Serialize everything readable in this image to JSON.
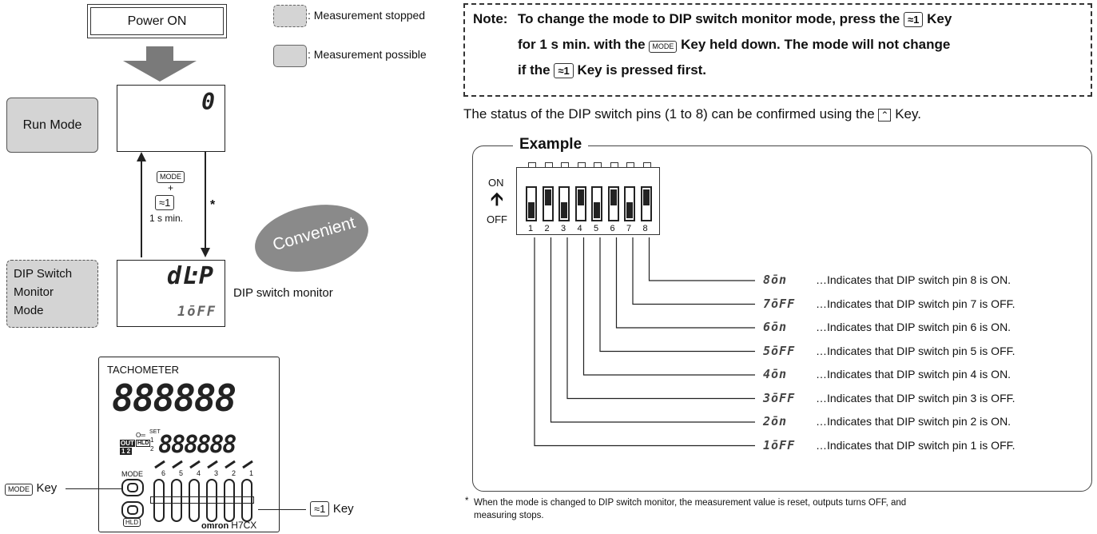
{
  "flow": {
    "power_on": "Power ON",
    "run_mode": "Run Mode",
    "run_display_value": "0",
    "dip_mode": [
      "DIP Switch",
      "Monitor",
      "Mode"
    ],
    "dip_display_top": "dĿP",
    "dip_display_bottom": "1ōFF",
    "mode_key": "MODE",
    "plus": "+",
    "up_key": "≈1",
    "hold_time": "1 s min.",
    "asterisk": "*",
    "dip_monitor_caption": "DIP switch monitor",
    "convenient": "Convenient"
  },
  "legend": {
    "stopped": ": Measurement stopped",
    "possible": ": Measurement possible"
  },
  "note": {
    "label": "Note:",
    "line1_a": "To change the mode to DIP switch monitor mode, press the",
    "line1_b": "Key",
    "line2_a": "for 1 s min. with the",
    "line2_b": "Key held down. The mode will not change",
    "line3_a": "if the",
    "line3_b": "Key is pressed first."
  },
  "status_line": "The status of the DIP switch pins (1 to 8) can be confirmed using the",
  "status_line_end": "Key.",
  "example": {
    "title": "Example",
    "on": "ON",
    "off": "OFF",
    "pin_numbers": [
      "1",
      "2",
      "3",
      "4",
      "5",
      "6",
      "7",
      "8"
    ],
    "rows": [
      {
        "code": "8ōn",
        "text": "…Indicates that DIP switch pin 8 is ON."
      },
      {
        "code": "7ōFF",
        "text": "…Indicates that DIP switch pin 7 is OFF."
      },
      {
        "code": "6ōn",
        "text": "…Indicates that DIP switch pin 6 is ON."
      },
      {
        "code": "5ōFF",
        "text": "…Indicates that DIP switch pin 5 is OFF."
      },
      {
        "code": "4ōn",
        "text": "…Indicates that DIP switch pin 4 is ON."
      },
      {
        "code": "3ōFF",
        "text": "…Indicates that DIP switch pin 3 is OFF."
      },
      {
        "code": "2ōn",
        "text": "…Indicates that DIP switch pin 2 is ON."
      },
      {
        "code": "1ōFF",
        "text": "…Indicates that DIP switch pin 1 is OFF."
      }
    ]
  },
  "footnote": {
    "star": "*",
    "line1": "When the mode is changed to DIP switch monitor, the measurement value is reset, outputs turns OFF, and",
    "line2": "measuring stops."
  },
  "device": {
    "tachometer": "TACHOMETER",
    "main_digits": "888888",
    "sub_digits": "888888",
    "set": "SET",
    "one": "1",
    "two": "2",
    "out": "OUT",
    "hld_badge": "HLD",
    "ot": "O═",
    "one_two": "1 2",
    "mode": "MODE",
    "dip_numbers": [
      "6",
      "5",
      "4",
      "3",
      "2",
      "1"
    ],
    "hld_label": "HLD",
    "brand": "omron",
    "model": "H7CX",
    "mode_key_label": "MODE",
    "key_word": "Key",
    "up_key_label": "≈1",
    "up_key_word": "Key"
  }
}
